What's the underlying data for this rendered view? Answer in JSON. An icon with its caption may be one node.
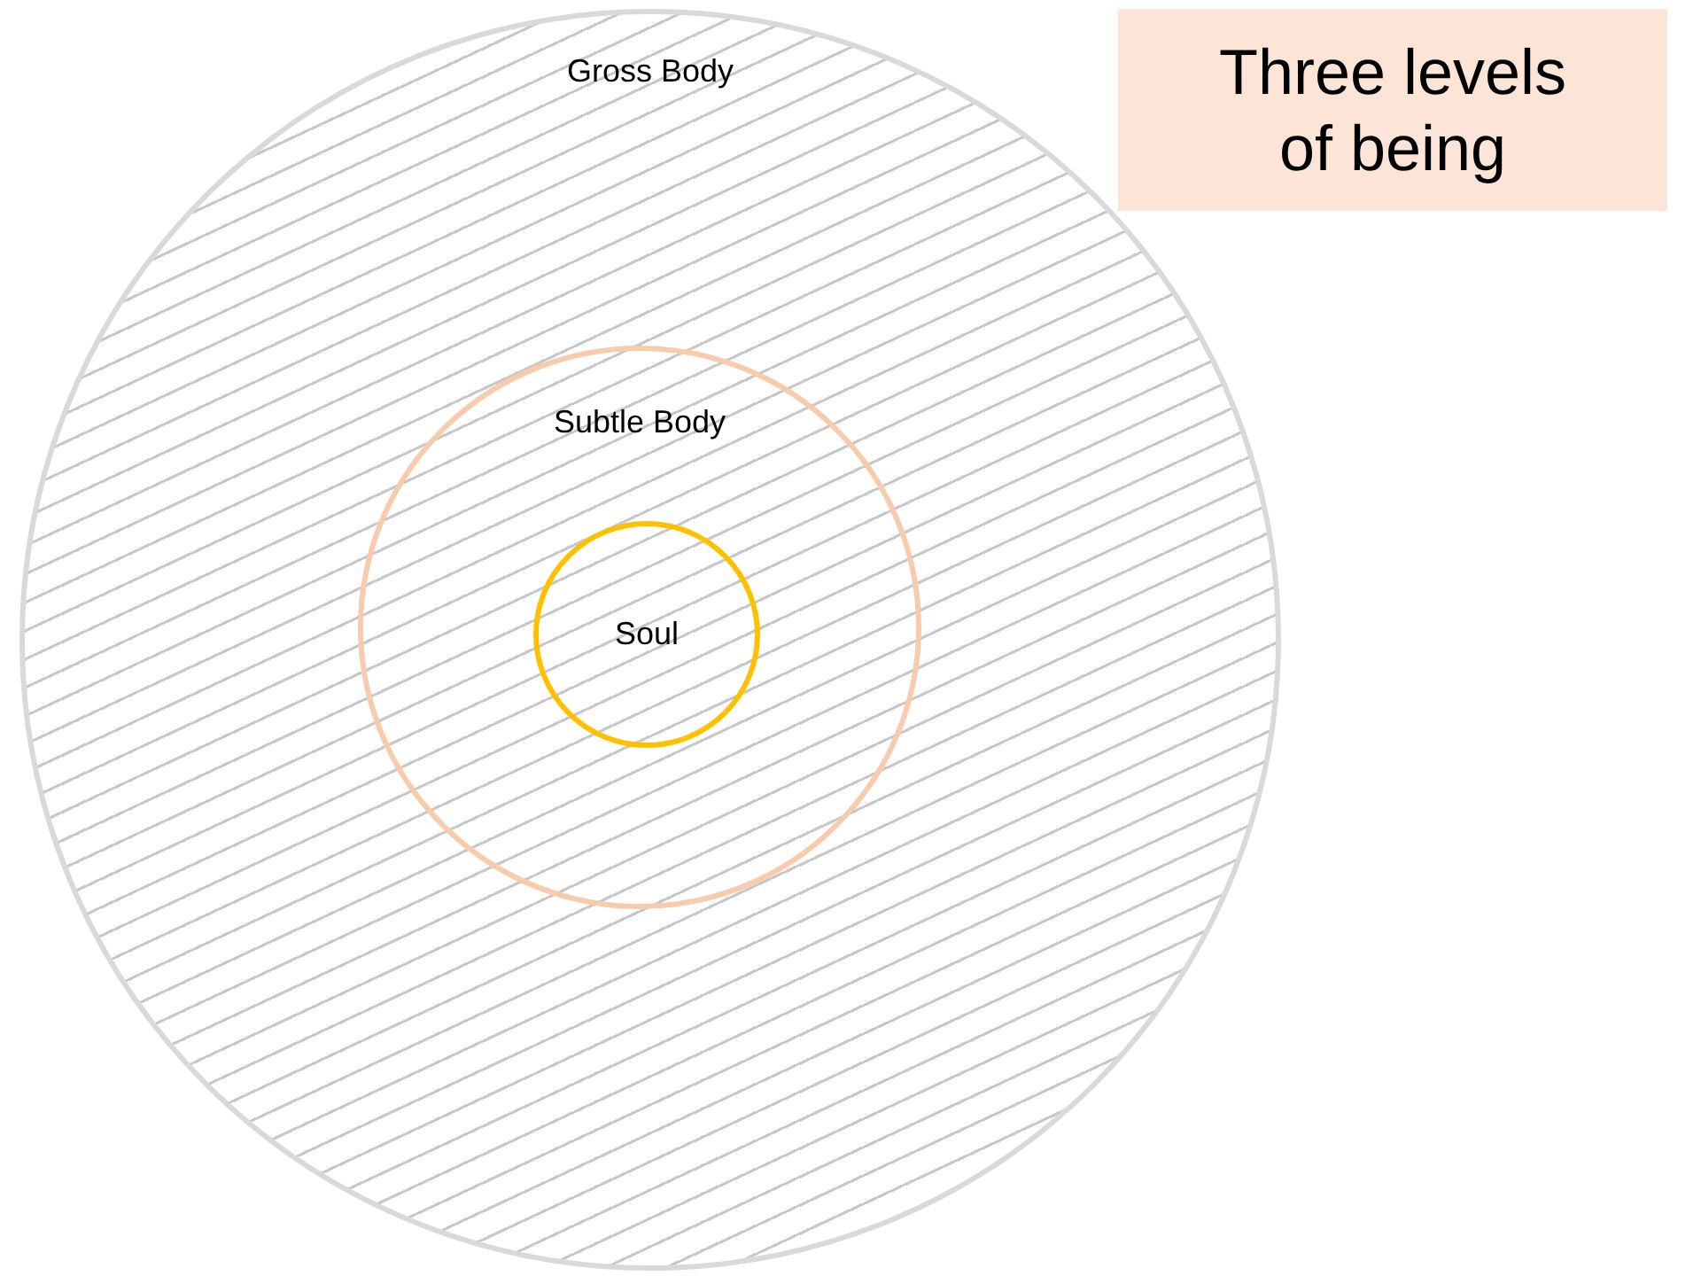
{
  "diagram": {
    "title": "Three levels of being",
    "nodes": [
      {
        "text": [
          "Gross Body"
        ]
      },
      {
        "text": [
          "Subtle Body"
        ],
        "in": 0
      },
      {
        "text": [
          "Soul"
        ],
        "in": 1
      }
    ]
  }
}
